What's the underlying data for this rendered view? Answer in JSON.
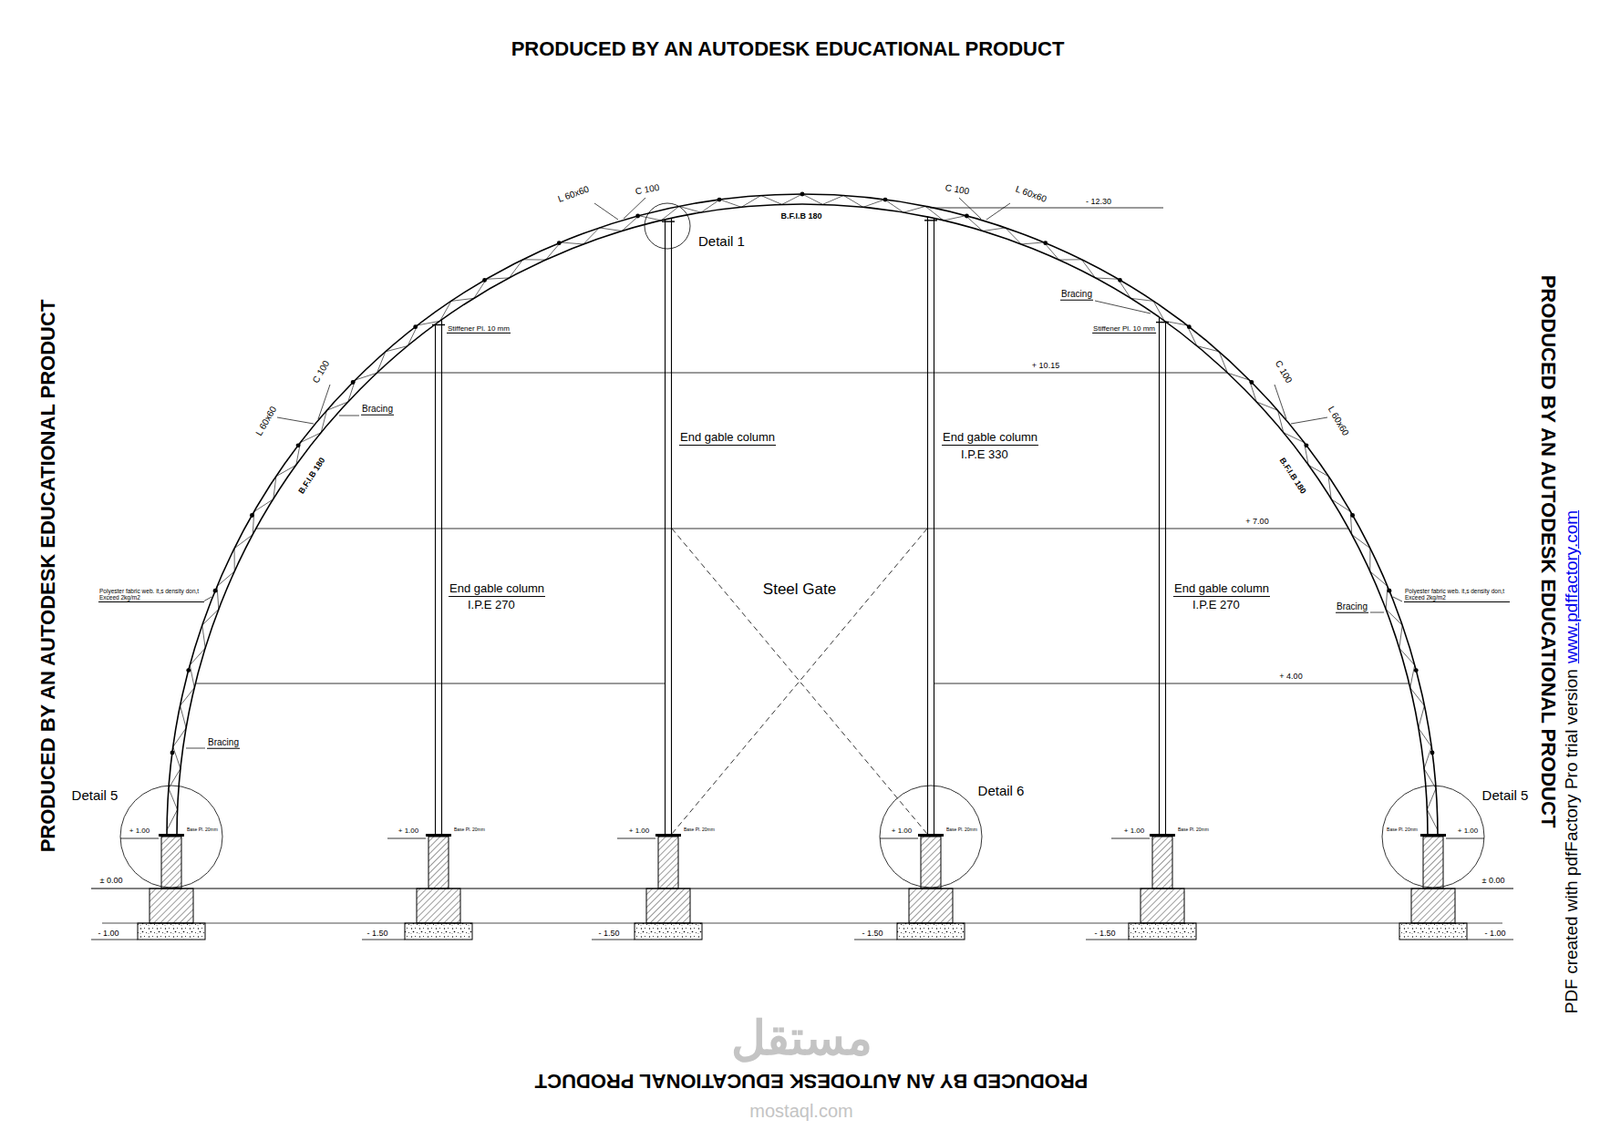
{
  "diagram": {
    "labels": [
      "PRODUCED BY AN AUTODESK EDUCATIONAL PRODUCT",
      "PRODUCED BY AN AUTODESK EDUCATIONAL PRODUCT",
      "PRODUCED BY AN AUTODESK EDUCATIONAL PRODUCT",
      "PRODUCED BY AN AUTODESK EDUCATIONAL PRODUCT",
      "PDF created with pdfFactory Pro trial version",
      "www.pdffactory.com",
      "L 60x60",
      "C 100",
      "C 100",
      "L 60x60",
      "- 12.30",
      "B.F.I.B 180",
      "Detail 1",
      "Bracing",
      "Stiffener Pl. 10 mm",
      "Stiffener Pl. 10 mm",
      "+ 10.15",
      "C 100",
      "L 60x60",
      "Bracing",
      "End gable column",
      "End gable column",
      "I.P.E 330",
      "C 100",
      "L 60x60",
      "B.F.I.B 180",
      "B.F.I.B 180",
      "+ 7.00",
      "Steel Gate",
      "End gable column",
      "I.P.E 270",
      "End gable column",
      "I.P.E 270",
      "Polyester fabric web. it,s density don,t Exceed 2kg/m2",
      "Polyester fabric web. it,s density don,t Exceed 2kg/m2",
      "Bracing",
      "+ 4.00",
      "Bracing",
      "Detail 5",
      "Detail 6",
      "Detail 5",
      "+ 1.00",
      "+ 1.00",
      "+ 1.00",
      "+ 1.00",
      "+ 1.00",
      "+ 1.00",
      "Base Pl. 20mm",
      "Base Pl. 20mm",
      "Base Pl. 20mm",
      "Base Pl. 20mm",
      "Base Pl. 20mm",
      "Base Pl. 20mm",
      "± 0.00",
      "± 0.00",
      "- 1.00",
      "- 1.50",
      "- 1.50",
      "- 1.50",
      "- 1.50",
      "- 1.00",
      "مستقل",
      "mostaql.com"
    ]
  }
}
